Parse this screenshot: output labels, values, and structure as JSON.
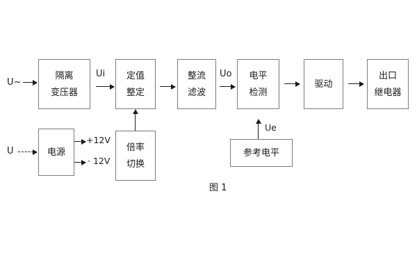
{
  "diagram": {
    "caption": "图 1",
    "blocks": [
      {
        "id": "isolation-transformer",
        "lines": [
          "隔离",
          "变压器"
        ]
      },
      {
        "id": "setting-value",
        "lines": [
          "定值",
          "整定"
        ]
      },
      {
        "id": "rectify-filter",
        "lines": [
          "整流",
          "滤波"
        ]
      },
      {
        "id": "level-detection",
        "lines": [
          "电平",
          "检测"
        ]
      },
      {
        "id": "drive",
        "lines": [
          "驱动"
        ]
      },
      {
        "id": "output-relay",
        "lines": [
          "出口",
          "继电器"
        ]
      },
      {
        "id": "power-supply",
        "lines": [
          "电源"
        ]
      },
      {
        "id": "multiplier-switch",
        "lines": [
          "倍率",
          "切换"
        ]
      },
      {
        "id": "reference-level",
        "lines": [
          "参考电平"
        ]
      }
    ],
    "signal_labels": {
      "input_ac": "U~",
      "input_dc": "U",
      "ui": "Ui",
      "uo": "Uo",
      "ue": "Ue",
      "supply_positive": "+12V",
      "supply_negative": "· 12V"
    },
    "colors": {
      "background": "#ffffff",
      "block_border": "#7a7a7a",
      "text": "#1a1a1a",
      "arrow": "#1a1a1a"
    }
  }
}
